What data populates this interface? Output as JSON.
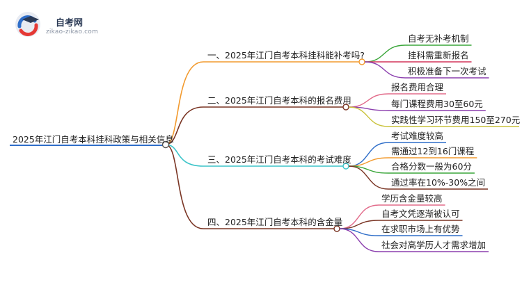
{
  "logo": {
    "brand": "自考网",
    "domain": "zikao-zikao.com"
  },
  "root": "2025年江门自考本科挂科政策与相关信息",
  "colors": {
    "branch1": "#f29a2e",
    "branch2": "#7a3524",
    "branch3": "#3bc4c9",
    "branch4": "#7a3524"
  },
  "branches": [
    {
      "label": "一、2025年江门自考本科挂科能补考吗?",
      "leaves": [
        {
          "label": "自考无补考机制",
          "color": "#3aa63a"
        },
        {
          "label": "挂科需重新报名",
          "color": "#d4355a"
        },
        {
          "label": "积极准备下一次考试",
          "color": "#8b3fae"
        }
      ]
    },
    {
      "label": "二、2025年江门自考本科的报名费用",
      "leaves": [
        {
          "label": "报名费用合理",
          "color": "#e26b8a"
        },
        {
          "label": "每门课程费用30至60元",
          "color": "#8b3fae"
        },
        {
          "label": "实践性学习环节费用150至270元",
          "color": "#c9c23a"
        }
      ]
    },
    {
      "label": "三、2025年江门自考本科的考试难度",
      "leaves": [
        {
          "label": "考试难度较高",
          "color": "#2f6ec9"
        },
        {
          "label": "需通过12到16门课程",
          "color": "#f29a2e"
        },
        {
          "label": "合格分数一般为60分",
          "color": "#3aa63a"
        },
        {
          "label": "通过率在10%-30%之间",
          "color": "#7a3524"
        }
      ]
    },
    {
      "label": "四、2025年江门自考本科的含金量",
      "leaves": [
        {
          "label": "学历含金量较高",
          "color": "#e26b8a"
        },
        {
          "label": "自考文凭逐渐被认可",
          "color": "#7a3524"
        },
        {
          "label": "在求职市场上有优势",
          "color": "#2f6ec9"
        },
        {
          "label": "社会对高学历人才需求增加",
          "color": "#8b3fae"
        }
      ]
    }
  ]
}
